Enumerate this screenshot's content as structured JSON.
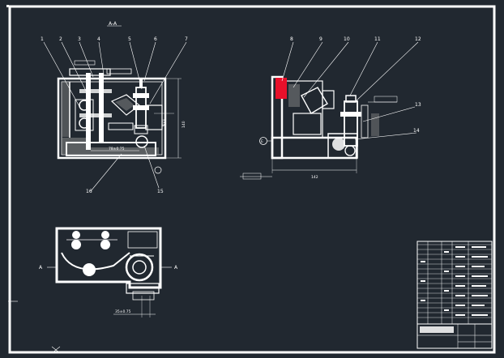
{
  "section_title": "A-A",
  "view_markers": {
    "left": "A",
    "right": "A",
    "datum": "E"
  },
  "callouts_front": [
    "1",
    "2",
    "3",
    "4",
    "5",
    "6",
    "7",
    "15",
    "16"
  ],
  "callouts_side": [
    "8",
    "9",
    "10",
    "11",
    "12",
    "13",
    "14"
  ],
  "dimensions": {
    "front_bottom": "78±0.75",
    "front_height": "140",
    "front_small": "Φ21",
    "side_length": "142",
    "bottom_view": "35±0.75"
  },
  "colors": {
    "background": "#212830",
    "lines": "#ffffff",
    "section_highlight": "#e8102a"
  }
}
